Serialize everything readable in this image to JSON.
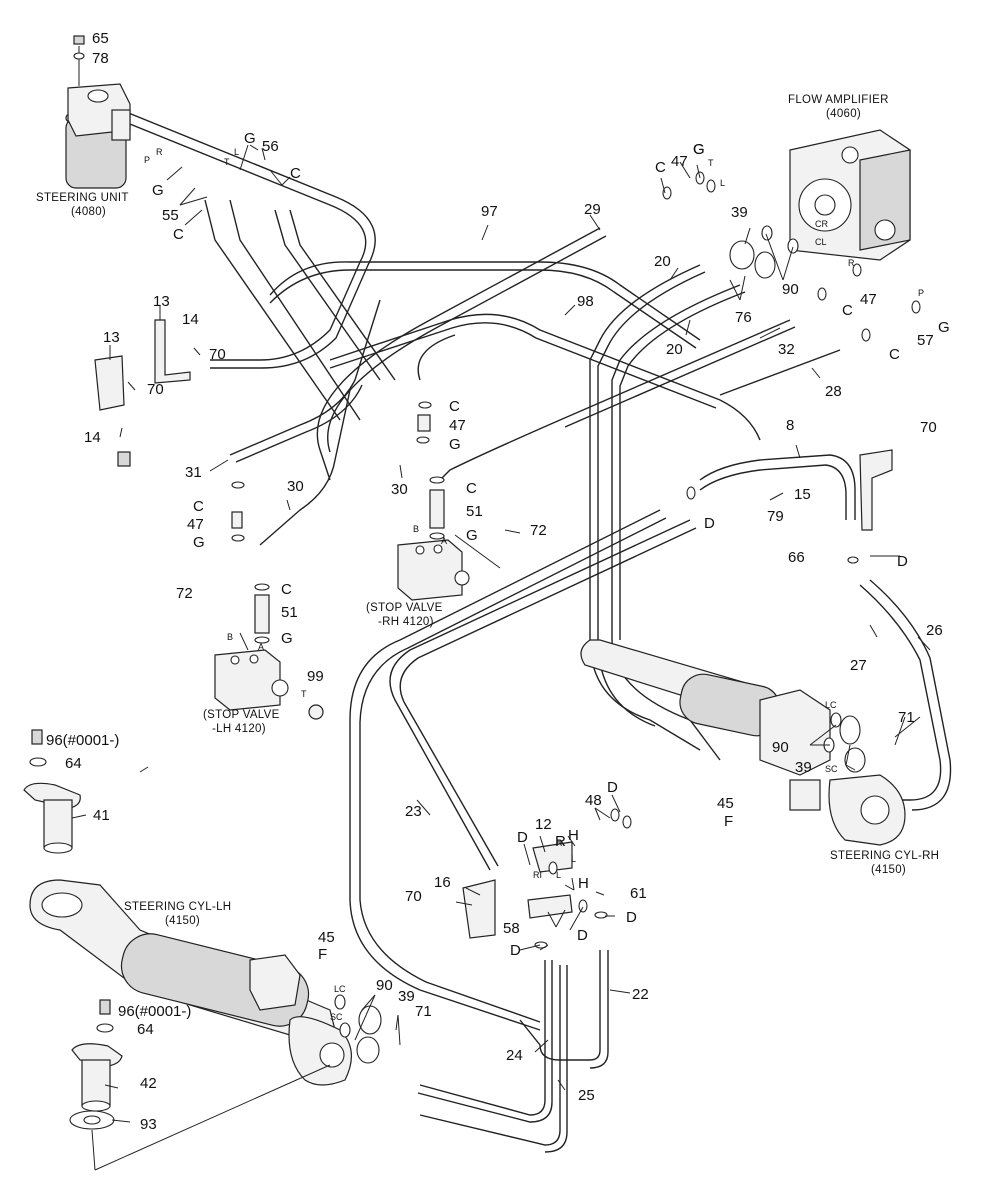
{
  "components": {
    "steering_unit": {
      "name": "STEERING UNIT",
      "code": "(4080)"
    },
    "flow_amplifier": {
      "name": "FLOW AMPLIFIER",
      "code": "(4060)"
    },
    "stop_valve_rh": {
      "name": "(STOP VALVE",
      "code": "-RH 4120)"
    },
    "stop_valve_lh": {
      "name": "(STOP VALVE",
      "code": "-LH 4120)"
    },
    "steering_cyl_lh": {
      "name": "STEERING CYL-LH",
      "code": "(4150)"
    },
    "steering_cyl_rh": {
      "name": "STEERING CYL-RH",
      "code": "(4150)"
    }
  },
  "ports": [
    "P",
    "R",
    "T",
    "L",
    "T",
    "L",
    "CR",
    "CL",
    "R",
    "P",
    "B",
    "A",
    "B",
    "A",
    "T",
    "LC",
    "SC",
    "LC",
    "SC",
    "R",
    "L",
    "RI",
    "L"
  ],
  "callouts": [
    "65",
    "78",
    "56",
    "G",
    "G",
    "C",
    "C",
    "55",
    "G",
    "97",
    "29",
    "47",
    "C",
    "G",
    "39",
    "20",
    "20",
    "98",
    "90",
    "76",
    "47",
    "C",
    "G",
    "57",
    "C",
    "32",
    "28",
    "13",
    "14",
    "70",
    "13",
    "70",
    "14",
    "C",
    "47",
    "G",
    "8",
    "70",
    "15",
    "D",
    "79",
    "66",
    "31",
    "C",
    "47",
    "G",
    "30",
    "30",
    "C",
    "51",
    "72",
    "G",
    "D",
    "72",
    "C",
    "51",
    "G",
    "99",
    "26",
    "27",
    "96(#0001-)",
    "64",
    "41",
    "71",
    "90",
    "39",
    "23",
    "45",
    "F",
    "12",
    "48",
    "D",
    "D",
    "H",
    "R",
    "16",
    "70",
    "H",
    "61",
    "D",
    "58",
    "D",
    "D",
    "45",
    "F",
    "90",
    "39",
    "71",
    "96(#0001-)",
    "64",
    "22",
    "24",
    "42",
    "25",
    "93"
  ]
}
